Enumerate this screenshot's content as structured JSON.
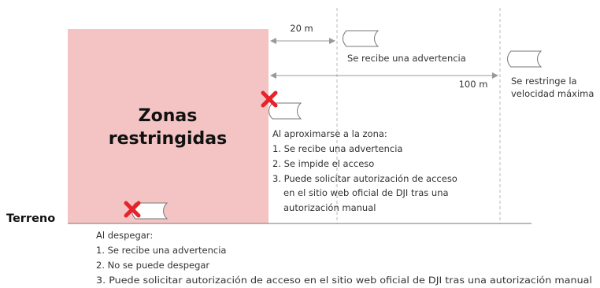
{
  "zone": {
    "title_line1": "Zonas",
    "title_line2": "restringidas",
    "fill": "#f4c4c4"
  },
  "ground": {
    "label": "Terreno"
  },
  "distances": {
    "near": "20 m",
    "far": "100 m"
  },
  "states": {
    "warning": "Se recibe una advertencia",
    "speed_line1": "Se restringe la",
    "speed_line2": "velocidad máxima"
  },
  "approach": {
    "heading": "Al aproximarse a la zona:",
    "items": [
      "1. Se recibe una advertencia",
      "2. Se impide el acceso",
      "3. Puede solicitar autorización de acceso",
      "en el sitio web oficial de DJI tras una",
      "autorización manual"
    ]
  },
  "takeoff": {
    "heading": "Al despegar:",
    "items": [
      "1. Se recibe una advertencia",
      "2. No se puede despegar",
      "3. Puede solicitar autorización de acceso en el sitio web oficial de DJI tras una autorización manual"
    ]
  },
  "colors": {
    "zone_fill": "#f4c4c4",
    "cross": "#e8222a",
    "dashed_line": "#b8b8b8",
    "arrow": "#999999"
  },
  "icons": {
    "cross": "red-x-icon",
    "drone": "drone-marker-icon"
  }
}
